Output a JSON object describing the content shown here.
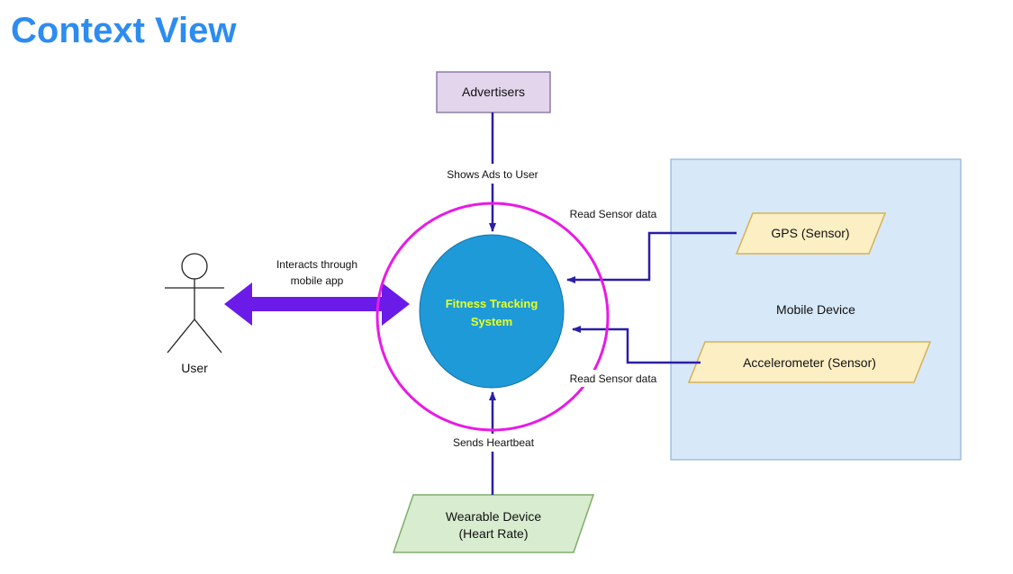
{
  "title": "Context View",
  "colors": {
    "title": "#2d8cf0",
    "flow_arrow": "#2a1fa6",
    "user_arrow": "#6a1be8",
    "boundary_ring": "#e81ae6",
    "system_fill": "#1e9ad8",
    "system_text": "#e6ff22",
    "advertisers_fill": "#e2d5ec",
    "sensor_fill": "#fdefc4",
    "wearable_fill": "#d8eccf",
    "mobile_device_fill": "#d7e8f8"
  },
  "system": {
    "line1": "Fitness Tracking",
    "line2": "System"
  },
  "actors": {
    "user": {
      "label": "User",
      "icon": "stick-figure-icon"
    }
  },
  "entities": {
    "advertisers": "Advertisers",
    "gps": "GPS (Sensor)",
    "accelerometer": "Accelerometer (Sensor)",
    "wearable_line1": "Wearable Device",
    "wearable_line2": "(Heart Rate)",
    "mobile_device": "Mobile Device"
  },
  "flows": {
    "ads": "Shows Ads to User",
    "user_line1": "Interacts through",
    "user_line2": "mobile app",
    "gps": "Read Sensor data",
    "accelerometer": "Read Sensor data",
    "heartbeat": "Sends Heartbeat"
  }
}
